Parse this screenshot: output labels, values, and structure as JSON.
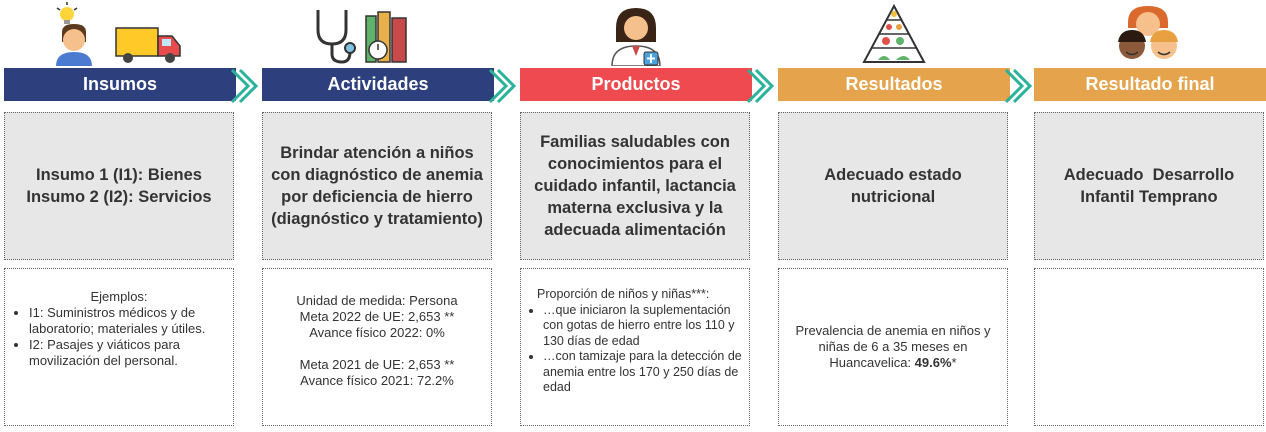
{
  "columns": [
    {
      "header": "Insumos",
      "color": "#2d3f7c",
      "mid_lines": [
        "Insumo 1 (I1): Bienes",
        "Insumo 2 (I2): Servicios"
      ],
      "low": {
        "title": "Ejemplos:",
        "bullets": [
          "I1: Suministros médicos y de laboratorio; materiales y útiles.",
          "I2: Pasajes y viáticos para movilización del personal."
        ]
      }
    },
    {
      "header": "Actividades",
      "color": "#2d3f7c",
      "mid_lines": [
        "Brindar atención a niños con diagnóstico de anemia por deficiencia de hierro (diagnóstico y tratamiento)"
      ],
      "low": {
        "lines": [
          "Unidad de medida: Persona",
          "Meta 2022 de UE: 2,653 **",
          "Avance físico 2022: 0%",
          "",
          "Meta 2021 de UE: 2,653 **",
          "Avance físico 2021: 72.2%"
        ]
      }
    },
    {
      "header": "Productos",
      "color": "#ef4a4f",
      "mid_lines": [
        "Familias saludables con conocimientos para el cuidado infantil, lactancia materna exclusiva y la adecuada alimentación"
      ],
      "low": {
        "title": "Proporción de niños y niñas***:",
        "bullets": [
          "…que iniciaron la suplementación con gotas de hierro entre los 110 y 130 días de edad",
          "…con tamizaje para la detección de anemia entre los 170 y 250 días de edad"
        ]
      }
    },
    {
      "header": "Resultados",
      "color": "#e5a34b",
      "mid_lines": [
        "Adecuado estado nutricional"
      ],
      "low": {
        "text": "Prevalencia de anemia en niños y niñas de 6 a 35 meses en Huancavelica:",
        "value": "49.6%",
        "suffix": "*"
      }
    },
    {
      "header": "Resultado final",
      "color": "#e5a34b",
      "mid_lines": [
        "Adecuado  Desarrollo Infantil Temprano"
      ],
      "low": {}
    }
  ],
  "icons": [
    [
      "idea-person-icon",
      "delivery-truck-icon"
    ],
    [
      "stethoscope-icon",
      "laboratory-books-icon"
    ],
    [
      "doctor-icon"
    ],
    [
      "food-pyramid-icon"
    ],
    [
      "children-icon"
    ]
  ],
  "chevron_color": "#2ab39a"
}
